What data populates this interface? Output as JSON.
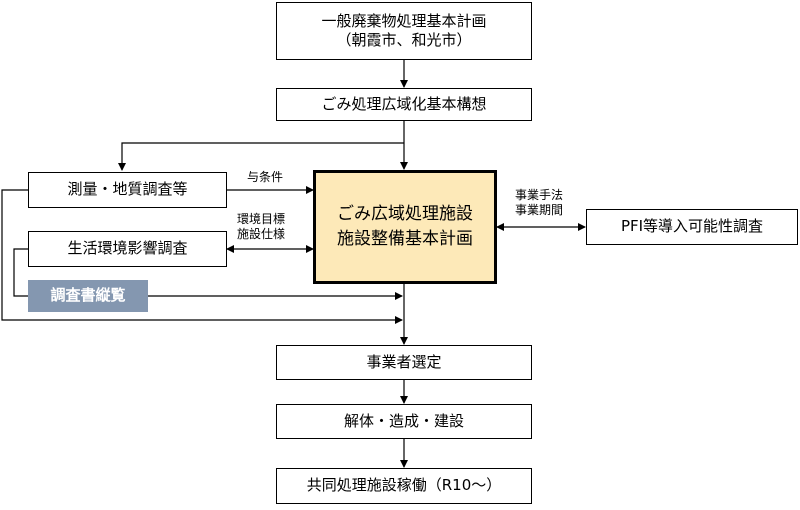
{
  "nodes": {
    "general_plan": {
      "line1": "一般廃棄物処理基本計画",
      "line2": "（朝霞市、和光市）"
    },
    "regional_concept": "ごみ処理広域化基本構想",
    "survey": "測量・地質調査等",
    "env_impact": "生活環境影響調査",
    "review": "調査書縦覧",
    "facility_plan": {
      "line1": "ごみ広域処理施設",
      "line2": "施設整備基本計画"
    },
    "pfi": "PFI等導入可能性調査",
    "operator": "事業者選定",
    "construction": "解体・造成・建設",
    "operation": "共同処理施設稼働（R10～）"
  },
  "labels": {
    "conditions": "与条件",
    "env_target": "環境目標",
    "facility_spec": "施設仕様",
    "project_method": "事業手法",
    "project_period": "事業期間"
  },
  "colors": {
    "center_fill": "#fde9b8",
    "review_fill": "#8497b0"
  }
}
